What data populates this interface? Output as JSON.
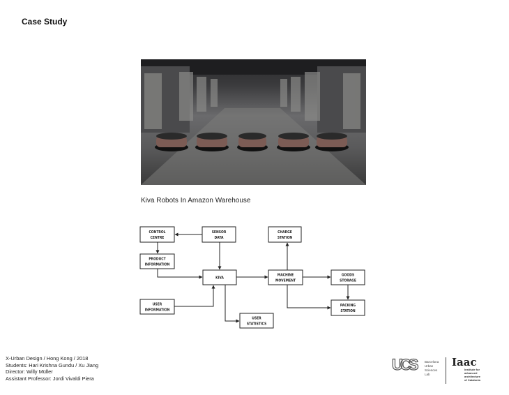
{
  "header": {
    "title": "Case Study"
  },
  "photo": {
    "caption": "Kiva Robots In Amazon Warehouse"
  },
  "diagram": {
    "nodes": {
      "control_centre": [
        "CONTROL",
        "CENTRE"
      ],
      "sensor_data": [
        "SENSOR",
        "DATA"
      ],
      "charge_station": [
        "CHARGE",
        "STATION"
      ],
      "product_information": [
        "PRODUCT",
        "INFORMATION"
      ],
      "kiva": [
        "KIVA"
      ],
      "machine_movement": [
        "MACHINE",
        "MOVEMENT"
      ],
      "goods_storage": [
        "GOODS",
        "STORAGE"
      ],
      "user_information": [
        "USER",
        "INFORMATION"
      ],
      "packing_station": [
        "PACKING",
        "STATION"
      ],
      "user_statistics": [
        "USER",
        "STATISTICS"
      ]
    }
  },
  "footer": {
    "lines": [
      "X-Urban Design / Hong Kong / 2018",
      "Students: Hari Krishna Gundu / Xu Jiang",
      "Director: Willy Müller",
      "Assistant Professor: Jordi Vivaldi Piera"
    ]
  },
  "logos": {
    "ucs_mark": "UCS",
    "ucs_text": [
      "Barcelona",
      "Urban",
      "Sciences",
      "Lab"
    ],
    "iaac_mark": "Iaac",
    "iaac_text": [
      "Institute for",
      "advanced",
      "architecture",
      "of Catalonia"
    ]
  }
}
